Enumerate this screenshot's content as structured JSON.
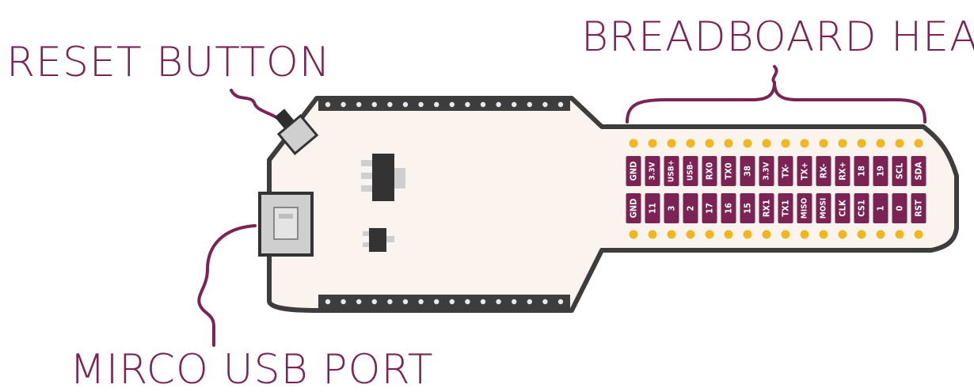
{
  "labels": {
    "reset_button": "RESET BUTTON",
    "micro_usb_port": "MIRCO USB PORT",
    "breadboard_headers": "BREADBOARD HEADERS"
  },
  "colors": {
    "board_fill": "#fbf3ee",
    "board_outline": "#3d3d3d",
    "accent": "#7a2354",
    "pin_dot": "#f0b71e",
    "pin_label_text": "#ffffff",
    "component_dark": "#333333",
    "component_light": "#cfcfcf"
  },
  "top_row_pins": [
    "GND",
    "3.3V",
    "USB+",
    "USB-",
    "RX0",
    "TX0",
    "38",
    "3.3V",
    "TX-",
    "TX+",
    "RX-",
    "RX+",
    "18",
    "19",
    "SCL",
    "SDA"
  ],
  "bottom_row_pins": [
    "GND",
    "11",
    "3",
    "2",
    "17",
    "16",
    "15",
    "RX1",
    "TX1",
    "MISO",
    "MOSI",
    "CLK",
    "CS1",
    "1",
    "0",
    "RST"
  ],
  "edge_header_pin_count": 16
}
